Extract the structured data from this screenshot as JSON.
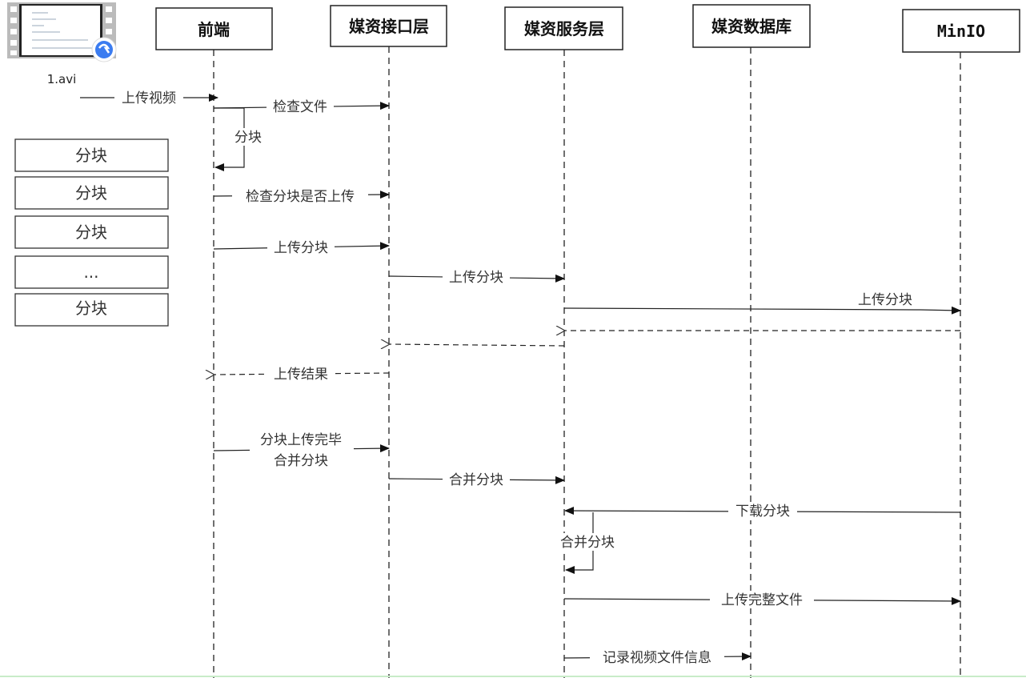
{
  "file_icon": {
    "name": "1.avi",
    "icon": "video-file-icon"
  },
  "actors": [
    "前端",
    "媒资接口层",
    "媒资服务层",
    "媒资数据库",
    "MinIO"
  ],
  "chunks": [
    "分块",
    "分块",
    "分块",
    "...",
    "分块"
  ],
  "messages": {
    "upload_video": "上传视频",
    "check_file": "检查文件",
    "split": "分块",
    "check_chunk": "检查分块是否上传",
    "upload_chunk_1": "上传分块",
    "upload_chunk_2": "上传分块",
    "upload_chunk_3": "上传分块",
    "upload_result": "上传结果",
    "chunks_done_line1": "分块上传完毕",
    "chunks_done_line2": "合并分块",
    "merge_chunks": "合并分块",
    "download_chunks": "下载分块",
    "merge_self": "合并分块",
    "upload_full": "上传完整文件",
    "record_info": "记录视频文件信息"
  },
  "colors": {
    "line": "#111111",
    "bottom_border": "#c8ecc8"
  }
}
